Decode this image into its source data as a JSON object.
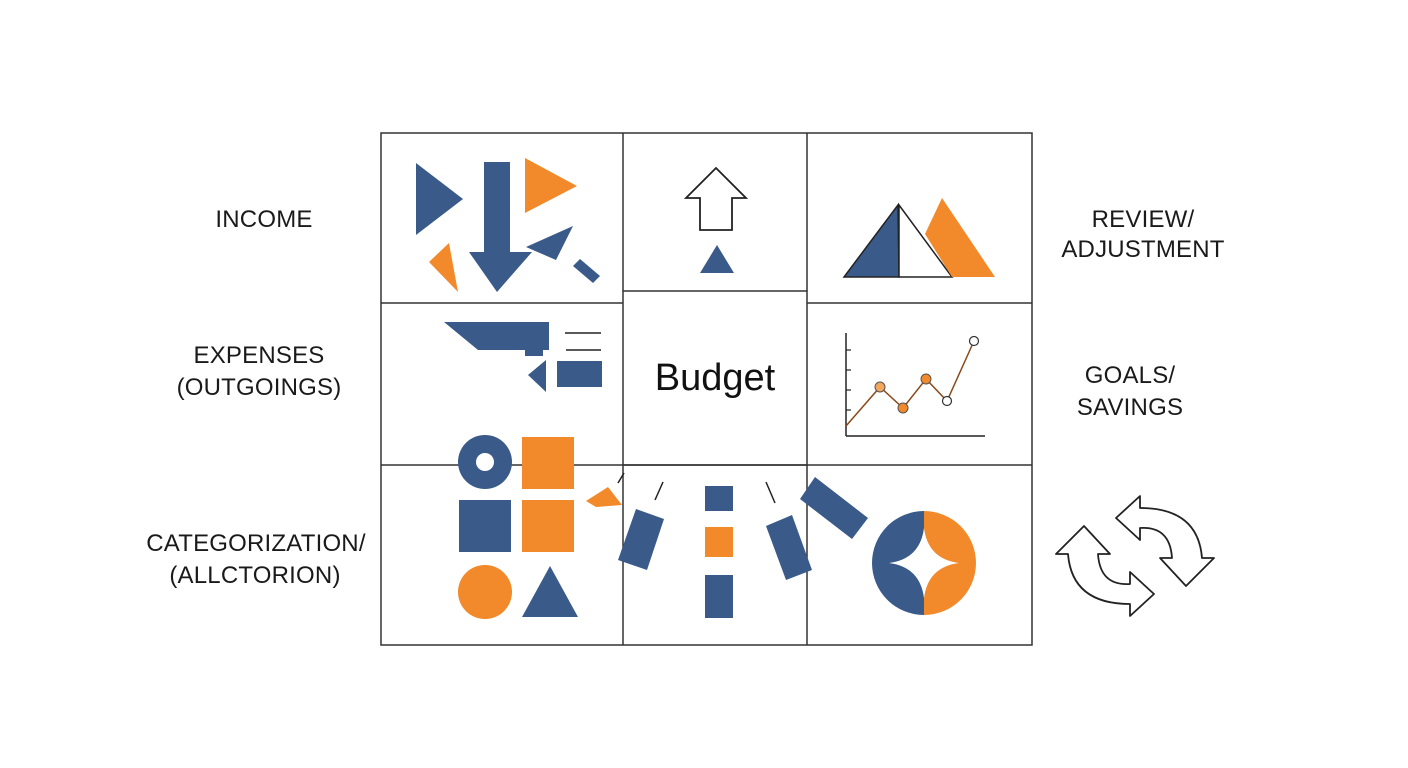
{
  "labels": {
    "income": "INCOME",
    "expenses_line1": "EXPENSES",
    "expenses_line2": "(OUTGOINGS)",
    "categorization_line1": "CATEGORIZATION/",
    "categorization_line2": "(ALLCTORION)",
    "review_line1": "REVIEW/",
    "review_line2": "ADJUSTMENT",
    "goals_line1": "GOALS/",
    "goals_line2": "SAVINGS",
    "center": "Budget"
  },
  "colors": {
    "blue": "#3a5a8a",
    "orange": "#f28a2b",
    "line": "#333333"
  },
  "icons": [
    "income-shapes-icon",
    "up-arrow-icon",
    "mountain-triangles-icon",
    "expense-bars-icon",
    "line-chart-icon",
    "category-shapes-icon",
    "pie-circle-icon",
    "cycle-arrows-icon"
  ]
}
